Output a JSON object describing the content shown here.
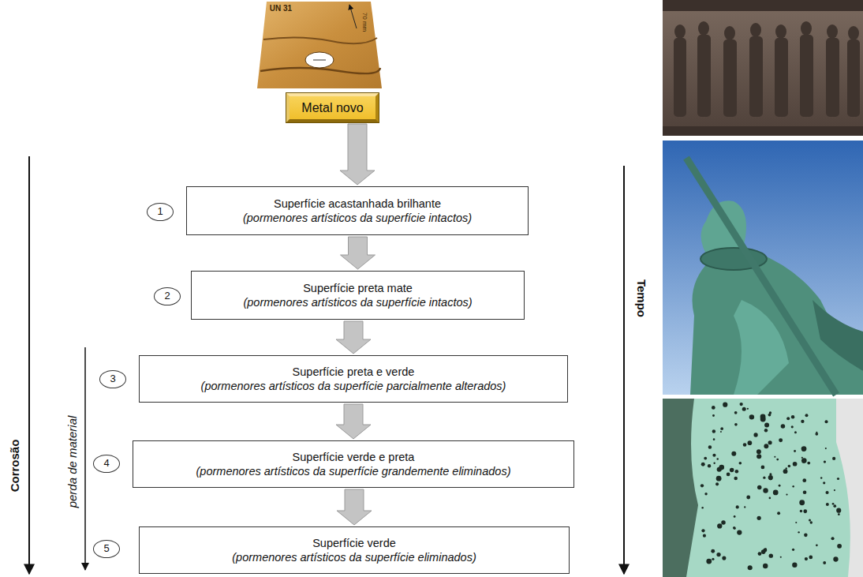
{
  "diagram": {
    "nodes": [
      {
        "text": [
          "Metal novo"
        ]
      },
      {
        "text": [
          "1"
        ]
      },
      {
        "text": [
          "Superfície acastanhada brilhante",
          "(pormenores artísticos da superfície intactos)"
        ]
      },
      {
        "text": [
          "2"
        ]
      },
      {
        "text": [
          "Superfície preta mate",
          "(pormenores artísticos da superfície intactos)"
        ]
      },
      {
        "text": [
          "3"
        ]
      },
      {
        "text": [
          "Superfície preta e verde",
          "(pormenores artísticos da superfície parcialmente alterados)"
        ]
      },
      {
        "text": [
          "4"
        ]
      },
      {
        "text": [
          "Superfície verde e preta",
          "(pormenores artísticos da superfície grandemente eliminados)"
        ]
      },
      {
        "text": [
          "5"
        ]
      },
      {
        "text": [
          "Superfície verde",
          "(pormenores artísticos da superfície eliminados)"
        ]
      }
    ],
    "edges": [
      {
        "from": 0,
        "to": 2,
        "arrow": "to"
      },
      {
        "from": 2,
        "to": 4,
        "arrow": "to"
      },
      {
        "from": 4,
        "to": 6,
        "arrow": "to"
      },
      {
        "from": 6,
        "to": 8,
        "arrow": "to"
      },
      {
        "from": 8,
        "to": 10,
        "arrow": "to"
      }
    ],
    "labels": [
      "UN 31",
      "70 mm",
      "Corrosão",
      "perda de material",
      "Tempo"
    ]
  }
}
